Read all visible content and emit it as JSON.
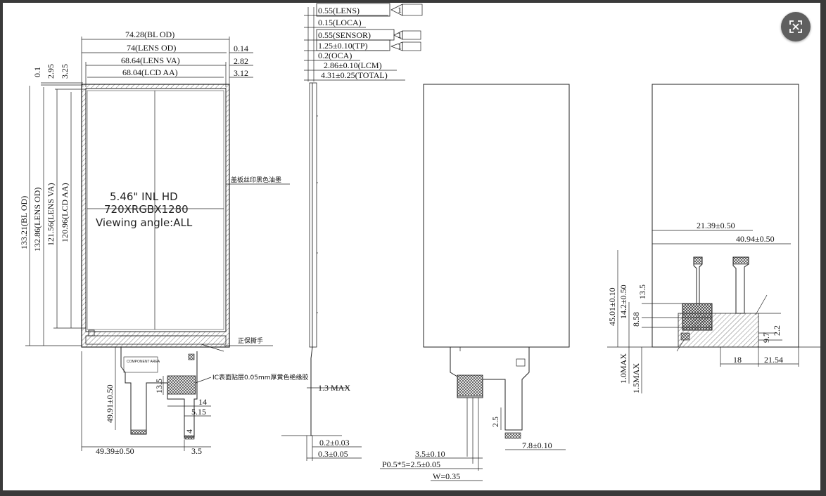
{
  "front": {
    "dims_top": [
      "74.28(BL OD)",
      "74(LENS OD)",
      "68.64(LENS VA)",
      "68.04(LCD AA)"
    ],
    "dims_right": [
      "0.14",
      "2.82",
      "3.12"
    ],
    "dims_left_small": [
      "0.1",
      "2.95",
      "3.25"
    ],
    "dims_vertical": [
      "133.21(BL OD)",
      "132.86(LENS OD)",
      "121.56(LENS VA)",
      "120.96(LCD AA)"
    ],
    "center_text": [
      "5.46\" INL HD",
      "720XRGBX1280",
      "Viewing angle:ALL"
    ],
    "note_ink": "盖板丝印黑色油墨",
    "note_film": "正保撕手",
    "note_ic": "IC表面贴层0.05mm厚黄色绝缘胶",
    "label_component": "COMPONENT AREA",
    "dims_fpc": [
      "13.5",
      "14",
      "5.15",
      "49.91±0.50",
      "4",
      "49.39±0.50",
      "3.5"
    ]
  },
  "side": {
    "layers": [
      "0.55(LENS)",
      "0.15(LOCA)",
      "0.55(SENSOR)",
      "1.25±0.10(TP)",
      "0.2(OCA)",
      "2.86±0.10(LCM)",
      "4.31±0.25(TOTAL)"
    ],
    "flag": "1",
    "dims_bottom": [
      "1.3 MAX",
      "0.2±0.03",
      "0.3±0.05"
    ]
  },
  "back": {
    "dims": [
      "2.5",
      "3.5±0.10",
      "P0.5*5=2.5±0.05",
      "W=0.35",
      "7.8±0.10"
    ]
  },
  "right_view": {
    "dims_top": [
      "21.39±0.50",
      "40.94±0.50"
    ],
    "dims_left": [
      "45.01±0.10",
      "14.2±0.50",
      "13.5",
      "8.58",
      "1.0MAX",
      "1.5MAX"
    ],
    "dims_bottom": [
      "9.7",
      "2.2",
      "18",
      "21.54"
    ]
  },
  "viewer": {
    "close_icon": "close-image-icon"
  }
}
